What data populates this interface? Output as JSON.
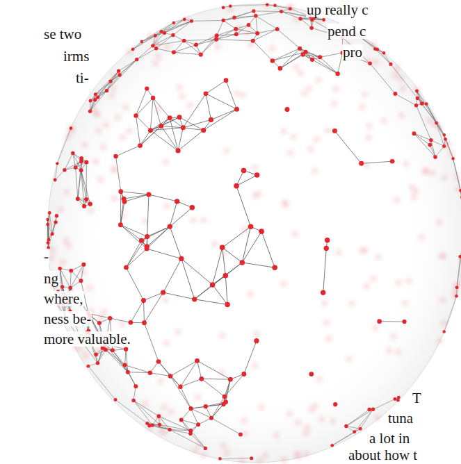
{
  "diagram": {
    "labels": [
      "se two",
      "irms",
      "ti-",
      "-",
      "ng",
      "where,",
      "ness be-",
      "more valuable.",
      "up really c",
      "pend c",
      "pro",
      "T",
      "tuna",
      "a lot in",
      "about how t"
    ]
  }
}
